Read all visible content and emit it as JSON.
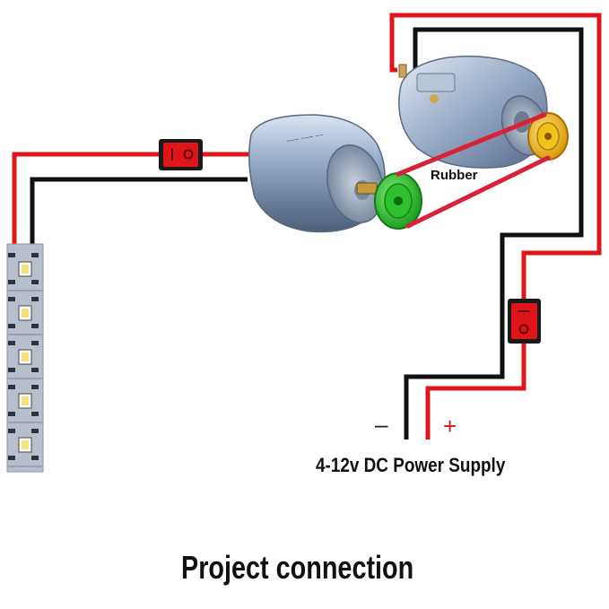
{
  "labels": {
    "rubber": "Rubber",
    "minus": "–",
    "plus": "+",
    "power_supply": "4-12v DC Power Supply",
    "title": "Project connection"
  },
  "colors": {
    "positive_wire": "#e0151b",
    "negative_wire": "#111111",
    "switch_body": "#1a1a1a",
    "switch_rocker": "#e0151b",
    "motor_can": "#8fa3bf",
    "green_pulley": "#33cc33",
    "yellow_pulley": "#f2c21b",
    "rubber_belt": "#d8223a",
    "led_strip": "#b8c0cc",
    "led_chip": "#f4e27a"
  },
  "components": {
    "switch_icons": [
      "rocker-switch-icon",
      "rocker-switch-icon"
    ],
    "motor_icons": [
      "dc-motor-icon",
      "dc-motor-icon"
    ],
    "pulley_icons": [
      "green-pulley-icon",
      "yellow-pulley-icon"
    ],
    "led_strip_icon": "led-strip-icon",
    "led_count": 5
  }
}
